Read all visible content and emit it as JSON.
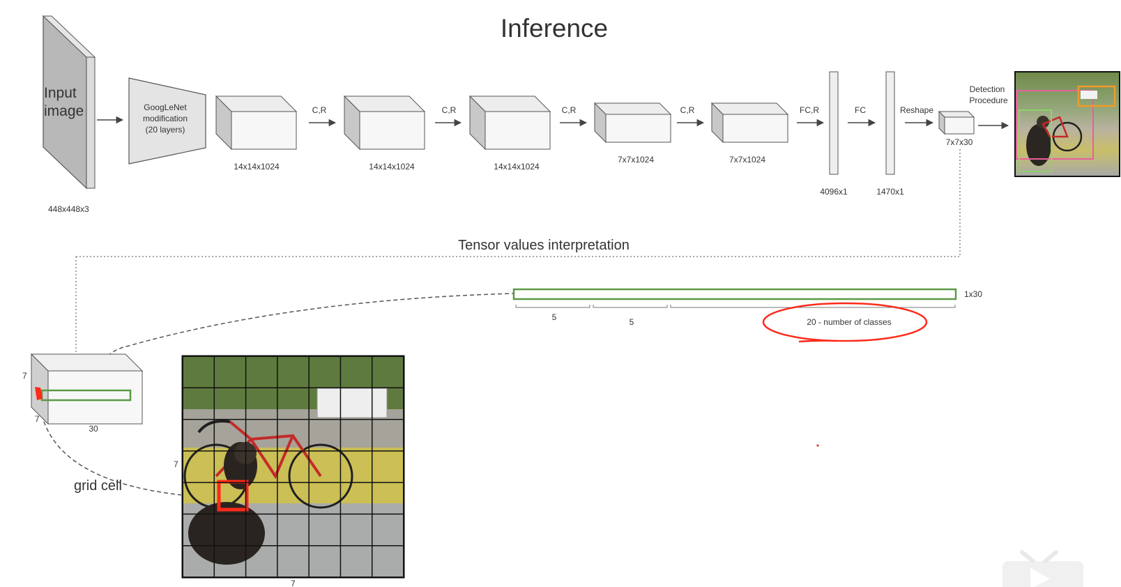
{
  "title": "Inference",
  "input": {
    "label_line1": "Input",
    "label_line2": "image",
    "size": "448x448x3"
  },
  "googlenet": {
    "line1": "GoogLeNet",
    "line2": "modification",
    "line3": "(20 layers)"
  },
  "blocks": [
    {
      "size": "14x14x1024"
    },
    {
      "size": "14x14x1024"
    },
    {
      "size": "14x14x1024"
    },
    {
      "size": "7x7x1024"
    },
    {
      "size": "7x7x1024"
    }
  ],
  "arrow_labels": {
    "a1": "C,R",
    "a2": "C,R",
    "a3": "C,R",
    "a4": "C,R",
    "fc1": "FC,R",
    "fc2": "FC",
    "reshape": "Reshape"
  },
  "fc_layers": [
    {
      "size": "4096x1"
    },
    {
      "size": "1470x1"
    }
  ],
  "output_tensor": {
    "size": "7x7x30"
  },
  "detection": {
    "line1": "Detection",
    "line2": "Procedure"
  },
  "tensor_section": {
    "title": "Tensor values interpretation",
    "vector_label": "1x30",
    "segments": [
      "5",
      "5"
    ],
    "classes_label": "20 - number of classes"
  },
  "grid_cube": {
    "dim_h": "7",
    "dim_w": "7",
    "dim_d": "30"
  },
  "grid_cell_label": "grid cell",
  "grid_image": {
    "dim_left": "7",
    "dim_bottom": "7"
  },
  "colors": {
    "accent_red": "#ff2a1a",
    "vector_green": "#5a9a45",
    "ink": "#333333"
  }
}
